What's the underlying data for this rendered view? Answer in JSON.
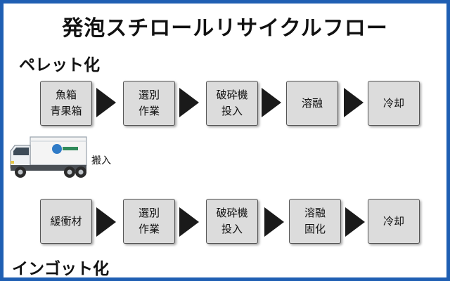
{
  "title": "発泡スチロールリサイクルフロー",
  "pellet": {
    "label": "ペレット化",
    "steps": [
      "魚箱\n青果箱",
      "選別\n作業",
      "破砕機\n投入",
      "溶融",
      "冷却"
    ]
  },
  "delivery_label": "搬入",
  "ingot": {
    "label": "インゴット化",
    "steps": [
      "緩衝材",
      "選別\n作業",
      "破砕機\n投入",
      "溶融\n固化",
      "冷却"
    ]
  },
  "colors": {
    "frame": "#1f5fb3",
    "box_fill": "#dcdcdc",
    "arrow": "#1a1a1a"
  }
}
